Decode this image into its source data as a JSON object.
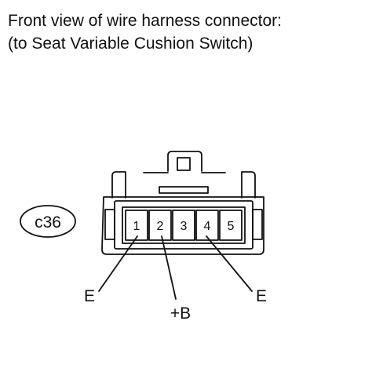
{
  "header": {
    "title_line1": "Front view of wire harness connector:",
    "title_line2": "(to Seat Variable Cushion Switch)"
  },
  "connector": {
    "code": "c36",
    "pins": [
      "1",
      "2",
      "3",
      "4",
      "5"
    ]
  },
  "terminal_labels": {
    "pin1": "E",
    "pin2": "+B",
    "pin4": "E"
  },
  "colors": {
    "line": "#111111",
    "background": "#ffffff"
  }
}
